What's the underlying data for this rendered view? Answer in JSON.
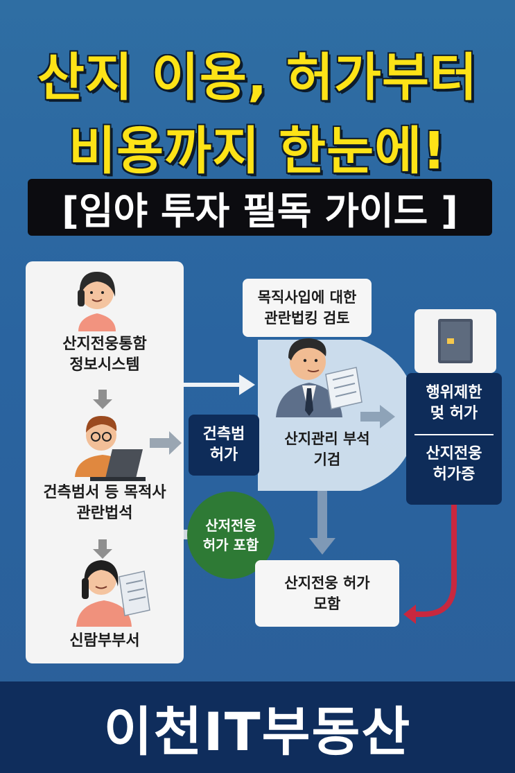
{
  "title": {
    "line1": "산지 이용, 허가부터",
    "line2": "비용까지 한눈에!",
    "subtitle": "[임야 투자 필독 가이드 ]"
  },
  "left_column": {
    "step1": {
      "line1": "산지전웅통함",
      "line2": "정보시스템"
    },
    "step2": {
      "line1": "건측범서 등 목적사",
      "line2": "관란법석"
    },
    "step3": {
      "line1": "신람부부서"
    }
  },
  "center": {
    "review_box": {
      "line1": "목직사입에 대한",
      "line2": "관란법킹 검토"
    },
    "dept_label": {
      "line1": "산지관리 부석",
      "line2": "기검"
    },
    "building_box": {
      "line1": "건측범",
      "line2": "허가"
    },
    "green_circle": {
      "line1": "산저전응",
      "line2": "허가 포함"
    },
    "bottom_box": {
      "line1": "산지전웅 허가",
      "line2": "모함"
    }
  },
  "right_column": {
    "top_label": {
      "line1": "행위제한",
      "line2": "멎 허가"
    },
    "bottom_label": {
      "line1": "산지전웅",
      "line2": "허가증"
    }
  },
  "footer": {
    "brand": "이천IT부동산"
  },
  "colors": {
    "background": "#2f6ea3",
    "title_yellow": "#fde317",
    "navy": "#0e2c59",
    "green": "#2e7a35",
    "arrow_red": "#c8283f",
    "arrow_gray": "#9a9a9a"
  }
}
